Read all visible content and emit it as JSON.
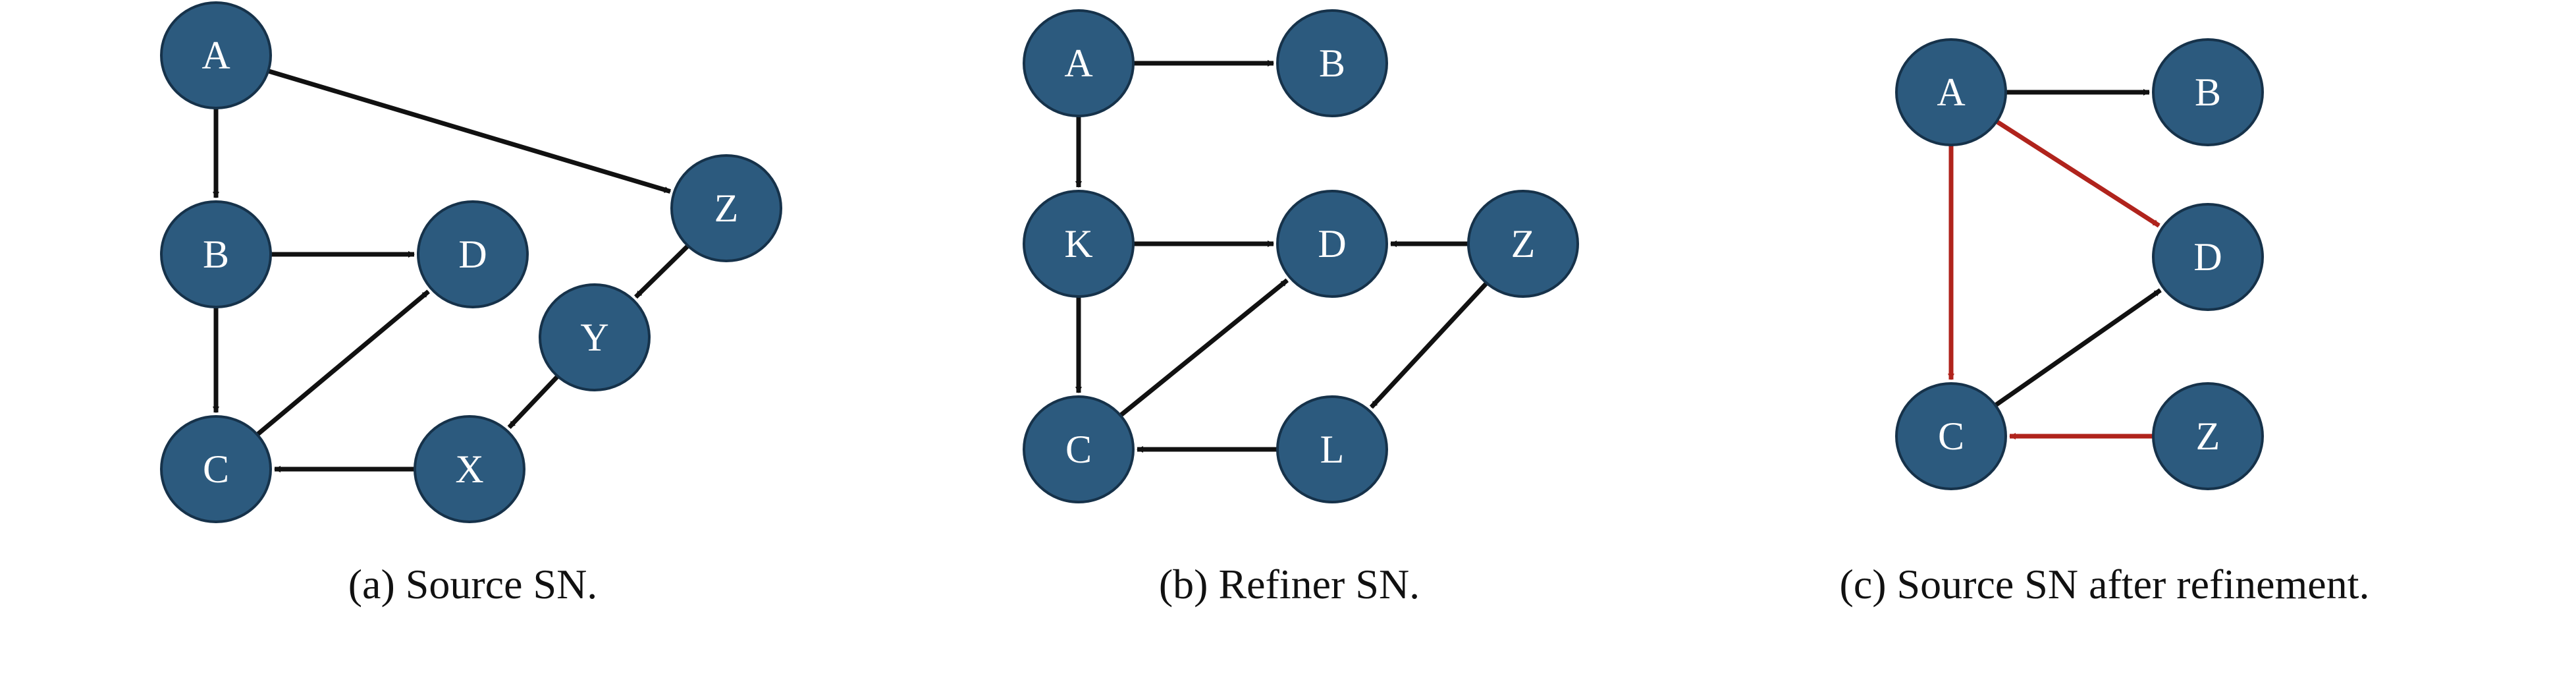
{
  "colors": {
    "node_fill": "#2c5a7e",
    "node_stroke": "#16324a",
    "edge": "#111111",
    "edge_added": "#b0231c",
    "text_on_node": "#ffffff",
    "caption": "#111111"
  },
  "panels": [
    {
      "id": "a",
      "caption": "(a) Source SN.",
      "nodes": [
        {
          "id": "A",
          "label": "A"
        },
        {
          "id": "B",
          "label": "B"
        },
        {
          "id": "C",
          "label": "C"
        },
        {
          "id": "D",
          "label": "D"
        },
        {
          "id": "Z",
          "label": "Z"
        },
        {
          "id": "Y",
          "label": "Y"
        },
        {
          "id": "X",
          "label": "X"
        }
      ],
      "edges": [
        {
          "from": "A",
          "to": "B"
        },
        {
          "from": "A",
          "to": "Z"
        },
        {
          "from": "B",
          "to": "D"
        },
        {
          "from": "B",
          "to": "C"
        },
        {
          "from": "C",
          "to": "D"
        },
        {
          "from": "Z",
          "to": "Y"
        },
        {
          "from": "Y",
          "to": "X"
        },
        {
          "from": "X",
          "to": "C"
        }
      ]
    },
    {
      "id": "b",
      "caption": "(b) Refiner SN.",
      "nodes": [
        {
          "id": "A",
          "label": "A"
        },
        {
          "id": "B",
          "label": "B"
        },
        {
          "id": "K",
          "label": "K"
        },
        {
          "id": "D",
          "label": "D"
        },
        {
          "id": "Z",
          "label": "Z"
        },
        {
          "id": "C",
          "label": "C"
        },
        {
          "id": "L",
          "label": "L"
        }
      ],
      "edges": [
        {
          "from": "A",
          "to": "B"
        },
        {
          "from": "A",
          "to": "K"
        },
        {
          "from": "K",
          "to": "D"
        },
        {
          "from": "Z",
          "to": "D"
        },
        {
          "from": "K",
          "to": "C"
        },
        {
          "from": "C",
          "to": "D"
        },
        {
          "from": "Z",
          "to": "L"
        },
        {
          "from": "L",
          "to": "C"
        }
      ]
    },
    {
      "id": "c",
      "caption": "(c) Source SN after refinement.",
      "nodes": [
        {
          "id": "A",
          "label": "A"
        },
        {
          "id": "B",
          "label": "B"
        },
        {
          "id": "D",
          "label": "D"
        },
        {
          "id": "C",
          "label": "C"
        },
        {
          "id": "Z",
          "label": "Z"
        }
      ],
      "edges": [
        {
          "from": "A",
          "to": "B",
          "added": false
        },
        {
          "from": "A",
          "to": "D",
          "added": true
        },
        {
          "from": "A",
          "to": "C",
          "added": true
        },
        {
          "from": "C",
          "to": "D",
          "added": false
        },
        {
          "from": "Z",
          "to": "C",
          "added": true
        }
      ]
    }
  ]
}
